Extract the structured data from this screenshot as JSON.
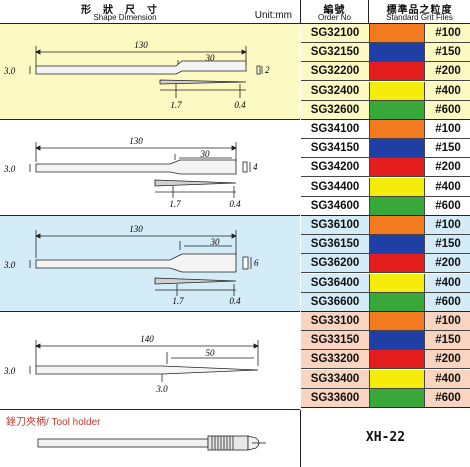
{
  "header": {
    "shape_cjk": "形狀尺寸",
    "shape_en": "Shape Dimension",
    "unit": "Unit:mm",
    "order_cjk": "編號",
    "order_en": "Order No",
    "grit_cjk": "標準品之粒度",
    "grit_en": "Standard Grit Files"
  },
  "colors": {
    "orange": "#f47a20",
    "blue": "#1f3fa6",
    "red": "#e41e1e",
    "yellow": "#f5ec0a",
    "green": "#38a838",
    "bg_yellow": "#fdf9c2",
    "bg_white": "#ffffff",
    "bg_lightblue": "#d4ecf7",
    "bg_peach": "#f9d4c0"
  },
  "groups": [
    {
      "dims": {
        "length": "130",
        "tip": "30",
        "dia": "3.0",
        "width": "2",
        "t1": "1.7",
        "t2": "0.4"
      },
      "rows": [
        {
          "code": "SG32100",
          "grit": "#100",
          "color": "#f47a20"
        },
        {
          "code": "SG32150",
          "grit": "#150",
          "color": "#1f3fa6"
        },
        {
          "code": "SG32200",
          "grit": "#200",
          "color": "#e41e1e"
        },
        {
          "code": "SG32400",
          "grit": "#400",
          "color": "#f5ec0a"
        },
        {
          "code": "SG32600",
          "grit": "#600",
          "color": "#38a838"
        }
      ]
    },
    {
      "dims": {
        "length": "130",
        "tip": "30",
        "dia": "3.0",
        "width": "4",
        "t1": "1.7",
        "t2": "0.4"
      },
      "rows": [
        {
          "code": "SG34100",
          "grit": "#100",
          "color": "#f47a20"
        },
        {
          "code": "SG34150",
          "grit": "#150",
          "color": "#1f3fa6"
        },
        {
          "code": "SG34200",
          "grit": "#200",
          "color": "#e41e1e"
        },
        {
          "code": "SG34400",
          "grit": "#400",
          "color": "#f5ec0a"
        },
        {
          "code": "SG34600",
          "grit": "#600",
          "color": "#38a838"
        }
      ]
    },
    {
      "dims": {
        "length": "130",
        "tip": "30",
        "dia": "3.0",
        "width": "6",
        "t1": "1.7",
        "t2": "0.4"
      },
      "rows": [
        {
          "code": "SG36100",
          "grit": "#100",
          "color": "#f47a20"
        },
        {
          "code": "SG36150",
          "grit": "#150",
          "color": "#1f3fa6"
        },
        {
          "code": "SG36200",
          "grit": "#200",
          "color": "#e41e1e"
        },
        {
          "code": "SG36400",
          "grit": "#400",
          "color": "#f5ec0a"
        },
        {
          "code": "SG36600",
          "grit": "#600",
          "color": "#38a838"
        }
      ]
    },
    {
      "dims": {
        "length": "140",
        "tip": "50",
        "dia": "3.0",
        "t1": "3.0"
      },
      "rows": [
        {
          "code": "SG33100",
          "grit": "#100",
          "color": "#f47a20"
        },
        {
          "code": "SG33150",
          "grit": "#150",
          "color": "#1f3fa6"
        },
        {
          "code": "SG33200",
          "grit": "#200",
          "color": "#e41e1e"
        },
        {
          "code": "SG33400",
          "grit": "#400",
          "color": "#f5ec0a"
        },
        {
          "code": "SG33600",
          "grit": "#600",
          "color": "#38a838"
        }
      ]
    }
  ],
  "tool_holder_label": "銼刀夾柄/ Tool holder",
  "model": "XH-22"
}
